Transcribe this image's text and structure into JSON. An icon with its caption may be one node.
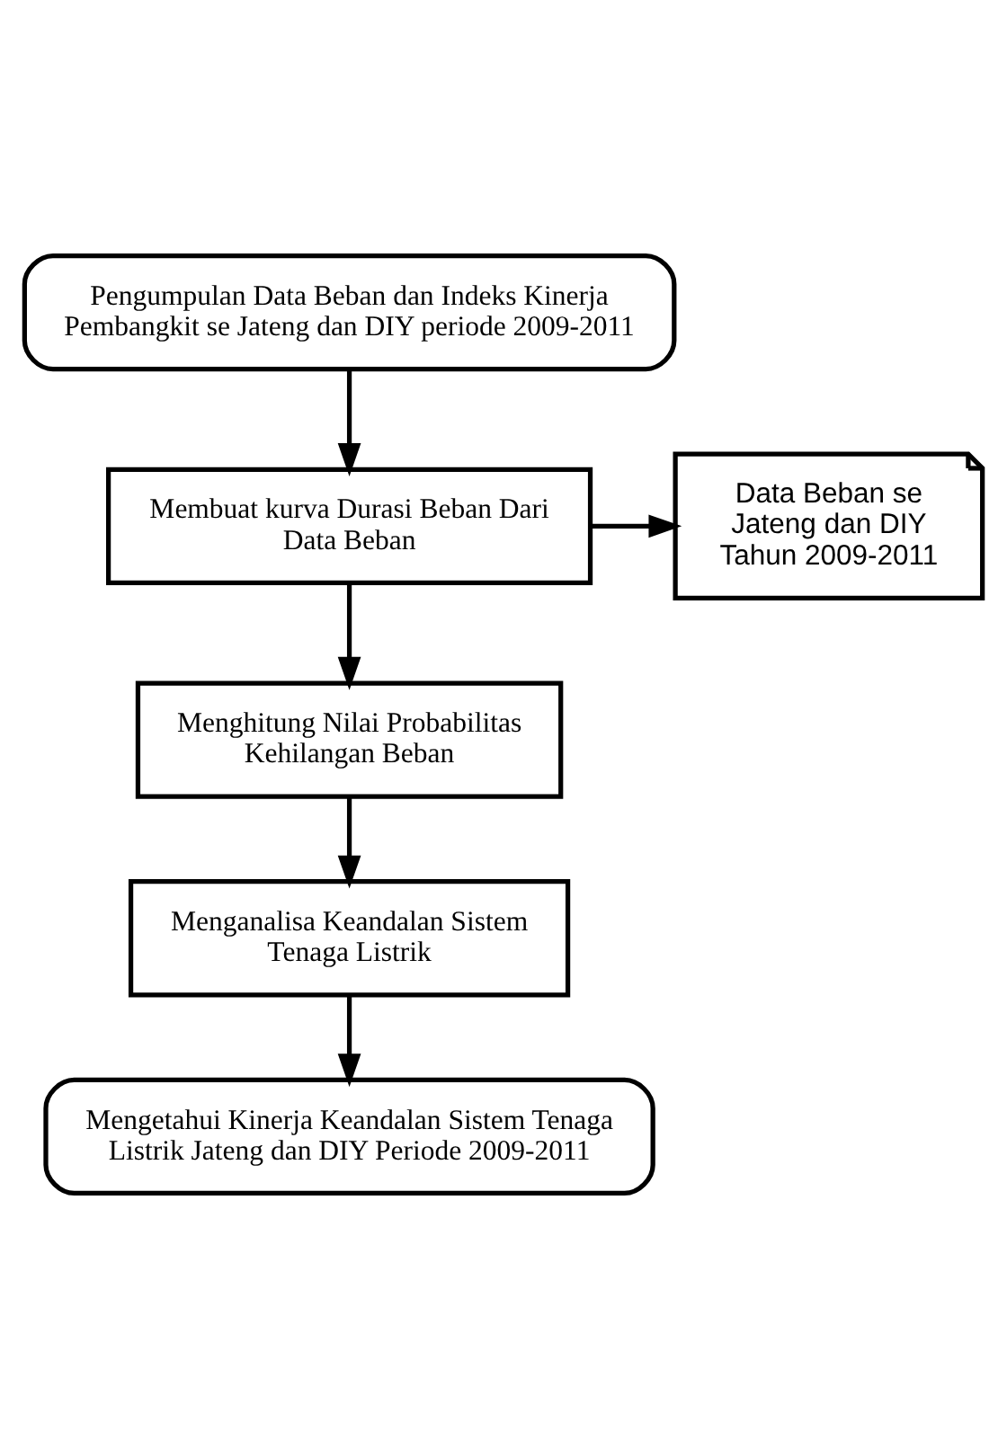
{
  "diagram": {
    "nodes": [
      {
        "text": [
          "Pengumpulan Data Beban dan Indeks Kinerja Pembangkit se Jateng dan DIY periode 2009-2011"
        ]
      },
      {
        "text": [
          "Membuat kurva Durasi Beban Dari Data Beban"
        ]
      },
      {
        "text": [
          "Data Beban se Jateng dan DIY Tahun 2009-2011"
        ]
      },
      {
        "text": [
          "Menghitung Nilai Probabilitas Kehilangan Beban"
        ]
      },
      {
        "text": [
          "Menganalisa Keandalan Sistem Tenaga Listrik"
        ]
      },
      {
        "text": [
          "Mengetahui Kinerja Keandalan Sistem Tenaga Listrik Jateng dan DIY Periode 2009-2011"
        ]
      }
    ],
    "edges": [
      {
        "from": 0,
        "to": 1,
        "arrow": "to"
      },
      {
        "from": 1,
        "to": 2,
        "arrow": "to"
      },
      {
        "from": 1,
        "to": 3,
        "arrow": "to"
      },
      {
        "from": 3,
        "to": 4,
        "arrow": "to"
      },
      {
        "from": 4,
        "to": 5,
        "arrow": "to"
      }
    ]
  }
}
